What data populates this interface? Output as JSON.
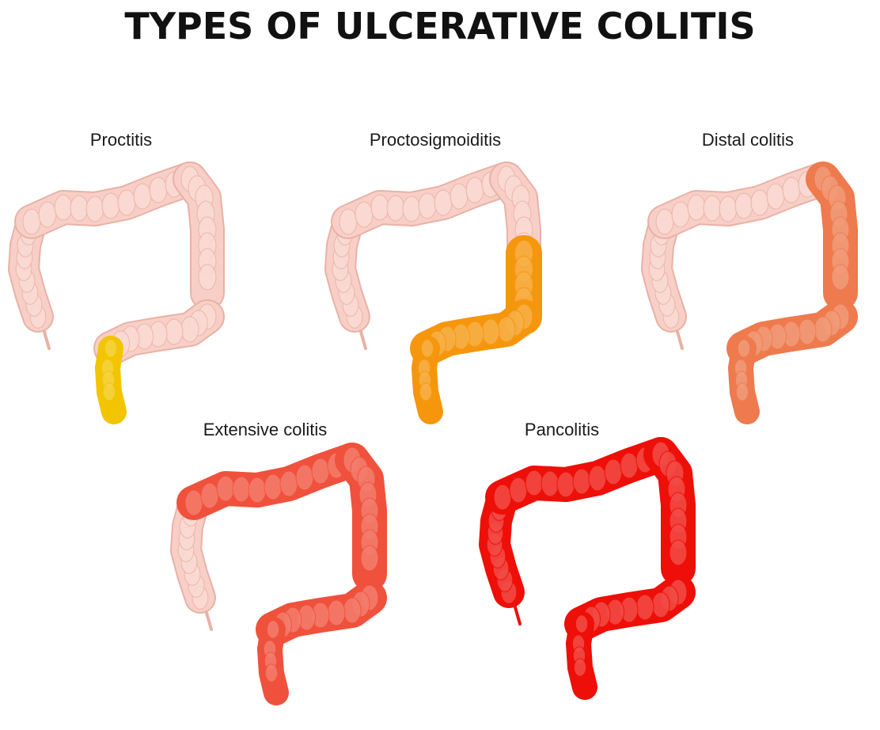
{
  "title": "TYPES OF ULCERATIVE COLITIS",
  "colors": {
    "healthy": "#f8cfc6",
    "healthy_edge": "#e9b1a6",
    "proctitis": "#f2c500",
    "proctosigmoiditis": "#f5960c",
    "distal_colitis": "#ee7a4e",
    "extensive_colitis": "#f0513c",
    "pancolitis": "#ee0f08"
  },
  "panels": [
    {
      "label": "Proctitis",
      "affected": [
        "rectum"
      ],
      "color_key": "proctitis"
    },
    {
      "label": "Proctosigmoiditis",
      "affected": [
        "rectum",
        "sigmoid",
        "lower-descending"
      ],
      "color_key": "proctosigmoiditis"
    },
    {
      "label": "Distal colitis",
      "affected": [
        "rectum",
        "sigmoid",
        "descending"
      ],
      "color_key": "distal_colitis"
    },
    {
      "label": "Extensive colitis",
      "affected": [
        "rectum",
        "sigmoid",
        "descending",
        "transverse"
      ],
      "color_key": "extensive_colitis"
    },
    {
      "label": "Pancolitis",
      "affected": [
        "rectum",
        "sigmoid",
        "descending",
        "transverse",
        "ascending"
      ],
      "color_key": "pancolitis"
    }
  ]
}
